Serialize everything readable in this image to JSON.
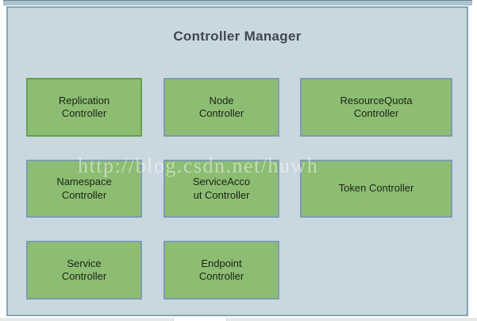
{
  "title": "Controller Manager",
  "boxes": [
    {
      "id": "replication",
      "label": "Replication\nController"
    },
    {
      "id": "node",
      "label": "Node\nController"
    },
    {
      "id": "resourcequota",
      "label": "ResourceQuota\nController"
    },
    {
      "id": "namespace",
      "label": "Namespace\nController"
    },
    {
      "id": "serviceaccount",
      "label": "ServiceAcco\nut Controller"
    },
    {
      "id": "token",
      "label": "Token Controller"
    },
    {
      "id": "service",
      "label": "Service\nController"
    },
    {
      "id": "endpoint",
      "label": "Endpoint\nController"
    }
  ],
  "watermark": "http://blog.csdn.net/huwh",
  "colors": {
    "container_fill": "#c9d8de",
    "container_border": "#87a4b3",
    "box_fill": "#8dbd72",
    "box_border_blue": "#7d9db2",
    "box_border_green": "#67a04f",
    "box_text": "#1c2418",
    "title_color": "#3d4850",
    "top_bar_fill": "#aac3cd",
    "top_bar_border": "#6a8492",
    "bottom_strip_fill": "#e6eae7",
    "watermark_color": "rgba(255,255,255,0.48)"
  }
}
